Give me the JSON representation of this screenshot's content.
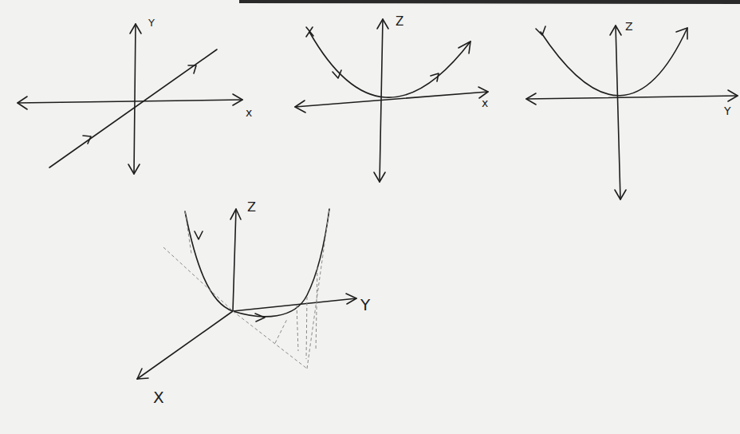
{
  "diagram": {
    "labels": [
      "Y",
      "x",
      "Z",
      "x",
      "Z",
      "Y",
      "Z",
      "Y",
      "X"
    ]
  }
}
